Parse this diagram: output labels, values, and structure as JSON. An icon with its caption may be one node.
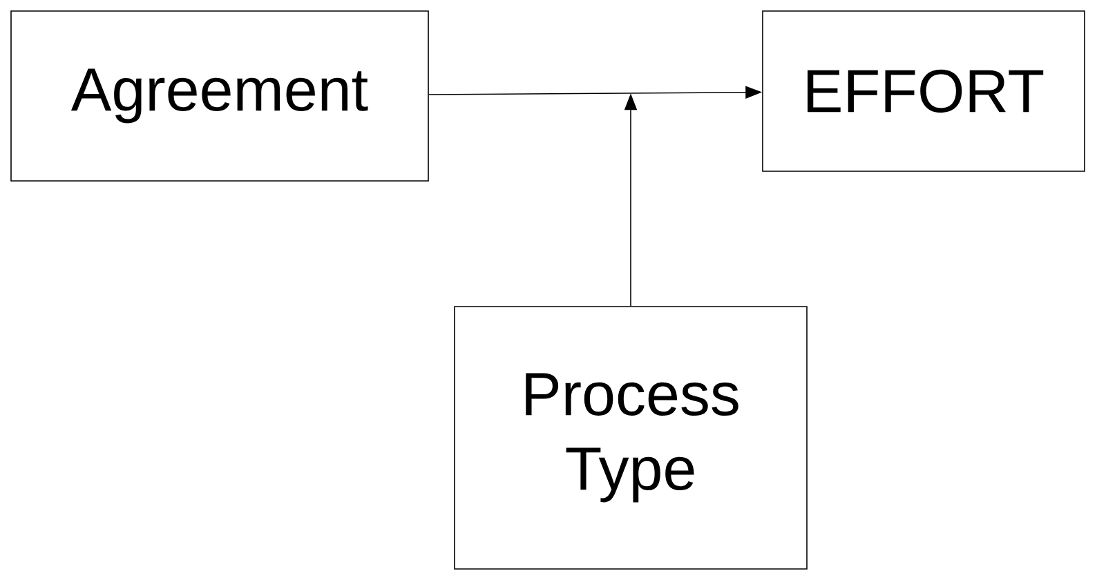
{
  "diagram": {
    "nodes": [
      {
        "text": [
          "Agreement"
        ]
      },
      {
        "text": [
          "EFFORT"
        ]
      },
      {
        "text": [
          "Process Type"
        ]
      }
    ],
    "edges": [
      {
        "from": 0,
        "to": 1,
        "arrow": "to"
      },
      {
        "from": 2,
        "to": null,
        "arrow": "to"
      }
    ]
  }
}
